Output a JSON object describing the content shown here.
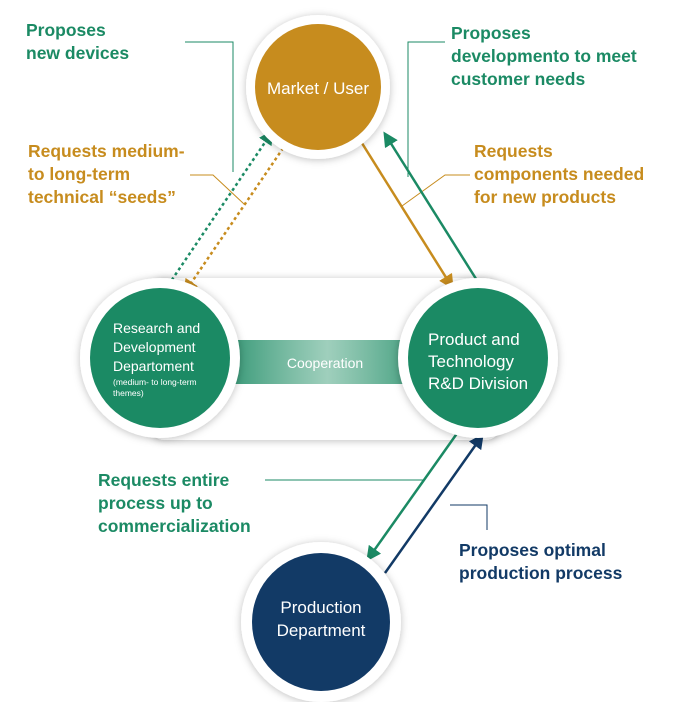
{
  "colors": {
    "green": "#1b8a64",
    "gold": "#c78c1e",
    "navy": "#123a66"
  },
  "nodes": {
    "market": {
      "lines": [
        "Market / User"
      ]
    },
    "product": {
      "lines": [
        "Product and",
        "Technology",
        "R&D Division"
      ]
    },
    "research": {
      "lines": [
        "Research and",
        "Development",
        "Departoment"
      ],
      "note_lines": [
        "(medium- to long-term",
        "themes)"
      ]
    },
    "production": {
      "lines": [
        "Production",
        "Department"
      ]
    }
  },
  "band": {
    "label": "Cooperation"
  },
  "annotations": {
    "proposes_new_devices": [
      "Proposes",
      "new devices"
    ],
    "proposes_development": [
      "Proposes",
      "developmento to meet",
      "customer needs"
    ],
    "requests_seeds": [
      "Requests medium-",
      "to long-term",
      "technical “seeds”"
    ],
    "requests_components": [
      "Requests",
      "components needed",
      "for new products"
    ],
    "requests_process": [
      "Requests entire",
      "process up to",
      "commercialization"
    ],
    "proposes_production": [
      "Proposes optimal",
      "production process"
    ]
  }
}
